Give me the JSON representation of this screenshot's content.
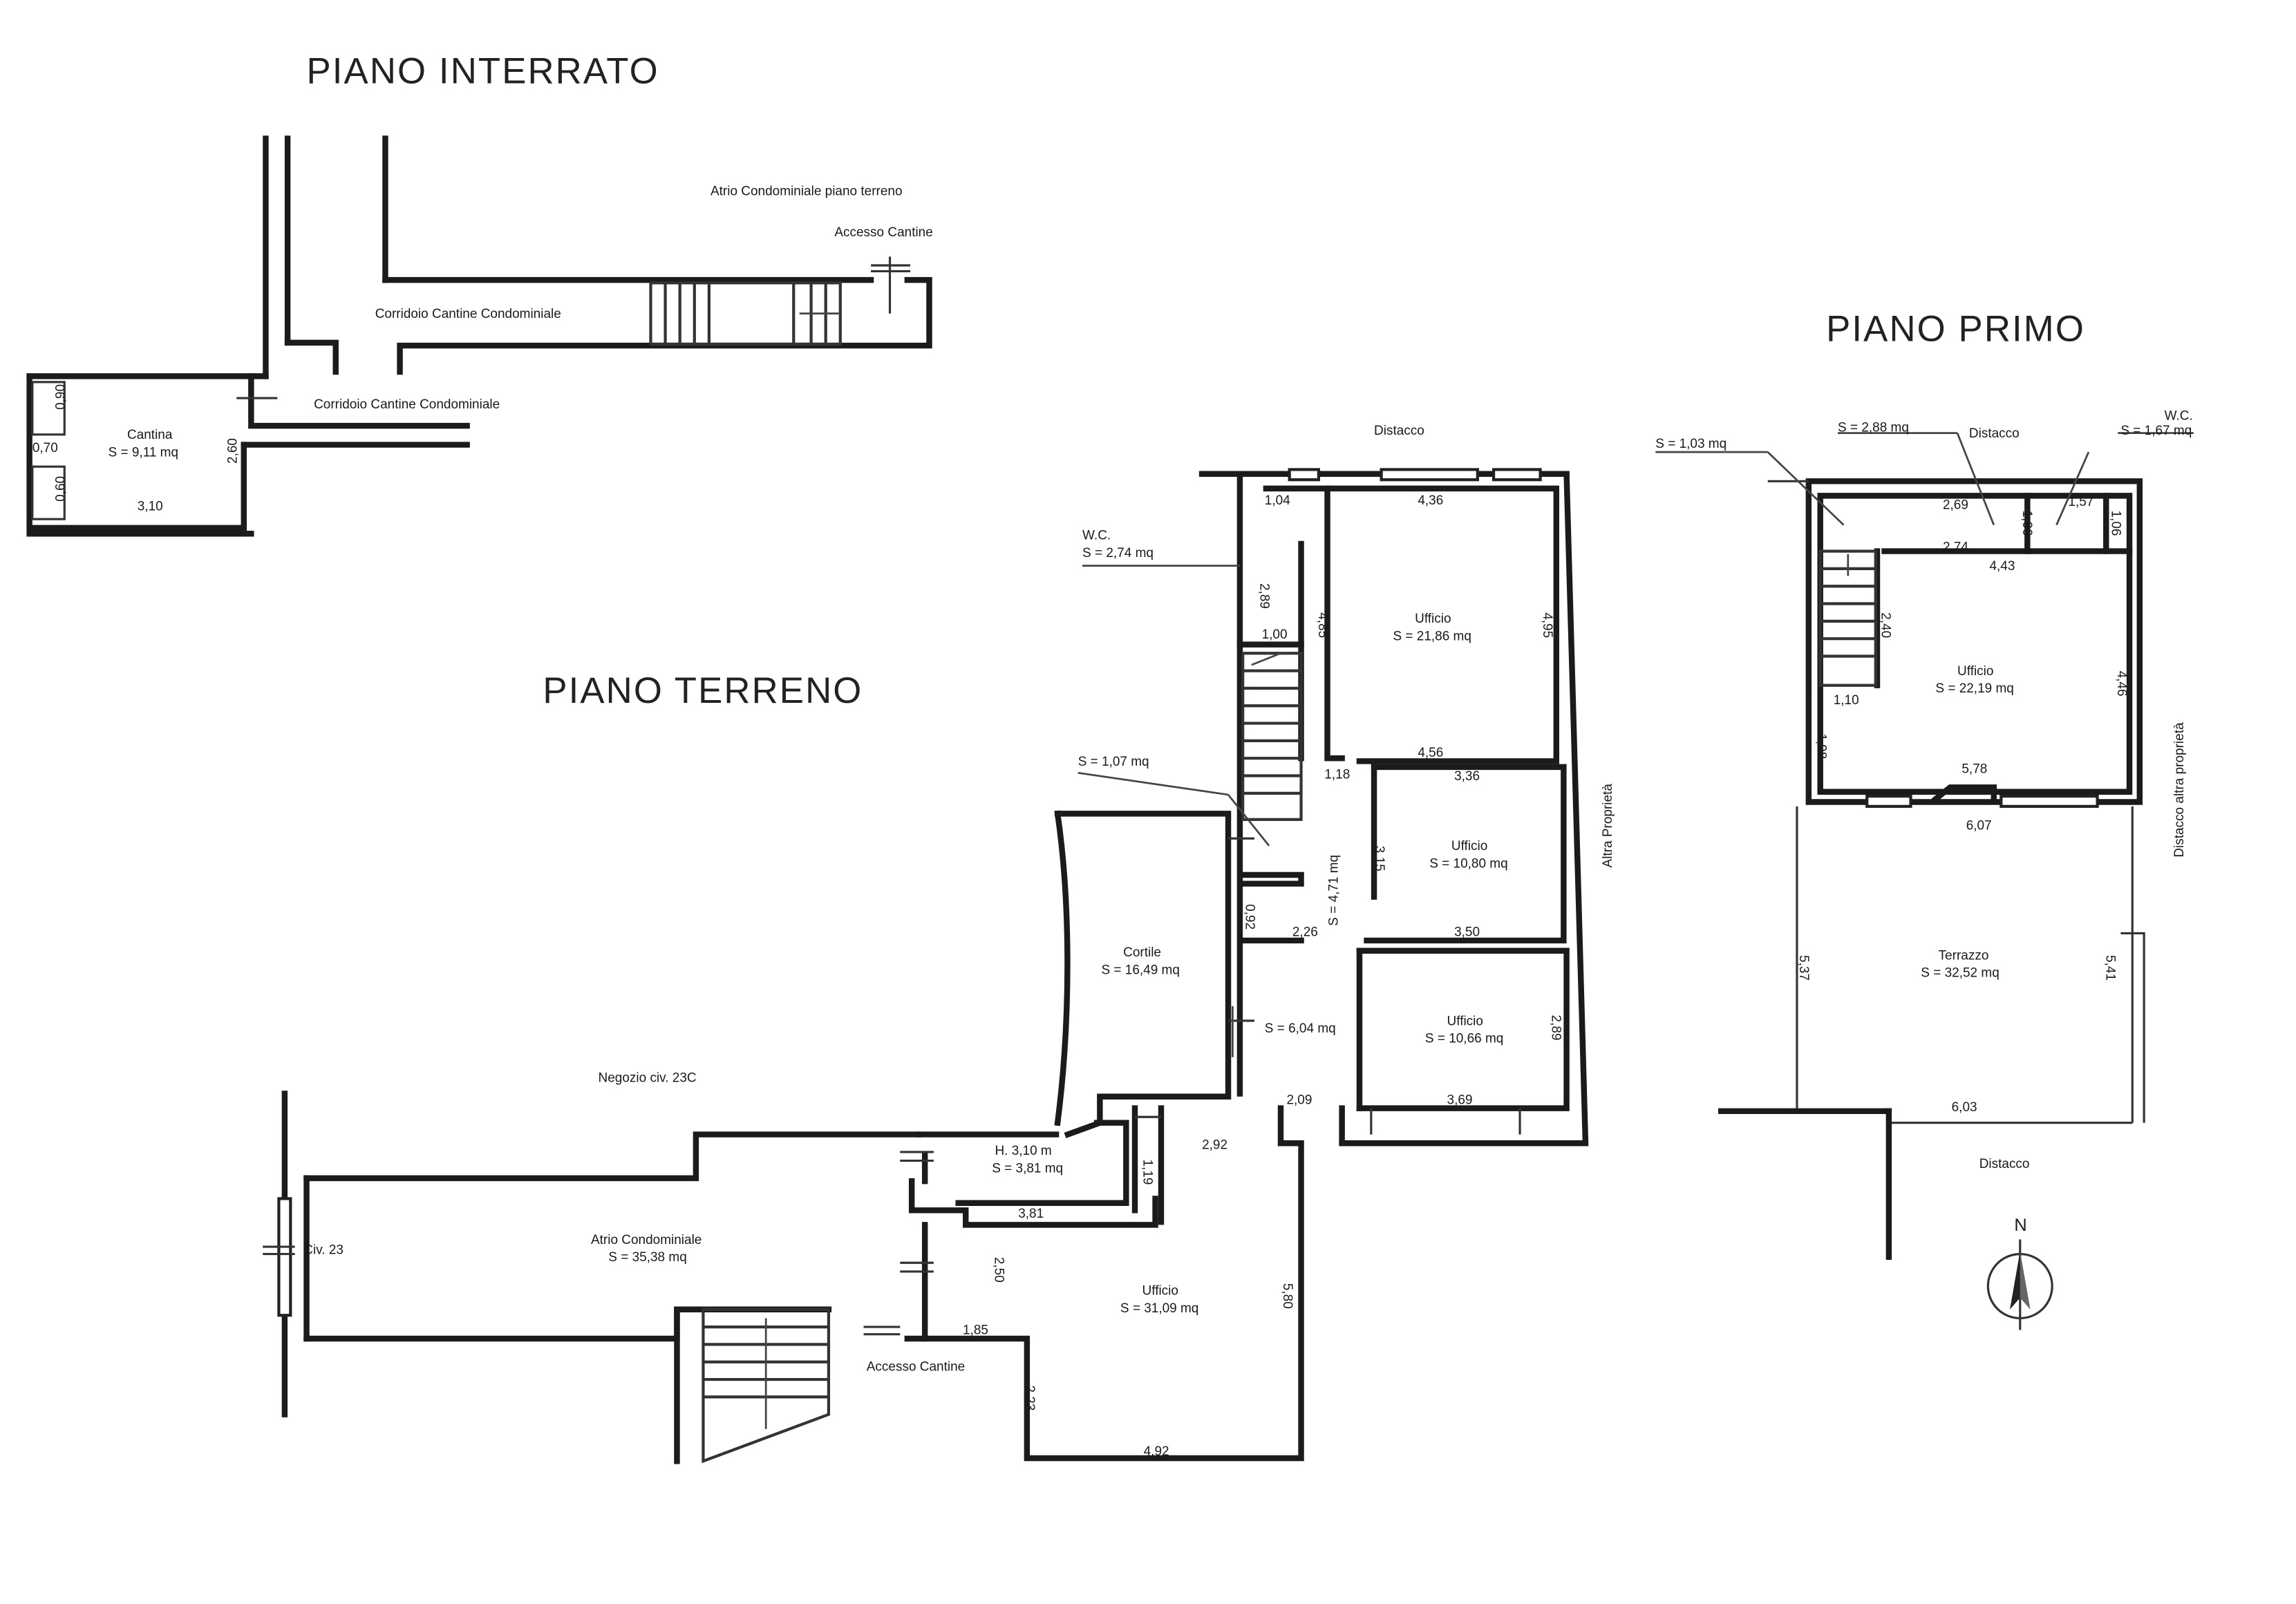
{
  "titles": {
    "interrato": "PIANO INTERRATO",
    "terreno": "PIANO TERRENO",
    "primo": "PIANO PRIMO"
  },
  "interrato": {
    "atrio_label": "Atrio Condominiale piano terreno",
    "accesso_label": "Accesso Cantine",
    "corridoio_top": "Corridoio Cantine Condominiale",
    "corridoio_mid": "Corridoio Cantine Condominiale",
    "cantina_name": "Cantina",
    "cantina_area": "S = 9,11 mq",
    "dims": [
      "0,90",
      "0,70",
      "0,60",
      "3,10",
      "2,60"
    ]
  },
  "terreno": {
    "distacco": "Distacco",
    "altra_proprieta": "Altra Proprietà",
    "negozio": "Negozio civ. 23C",
    "civ": "Civ. 23",
    "accesso": "Accesso Cantine",
    "wc_name": "W.C.",
    "wc_area": "S = 2,74 mq",
    "s107": "S = 1,07 mq",
    "s471": "S = 4,71 mq",
    "s604": "S = 6,04 mq",
    "ufficio1_name": "Ufficio",
    "ufficio1_area": "S = 21,86 mq",
    "ufficio2_name": "Ufficio",
    "ufficio2_area": "S = 10,80 mq",
    "ufficio3_name": "Ufficio",
    "ufficio3_area": "S = 10,66 mq",
    "ufficio4_name": "Ufficio",
    "ufficio4_area": "S = 31,09 mq",
    "cortile_name": "Cortile",
    "cortile_area": "S = 16,49 mq",
    "atrio_name": "Atrio Condominiale",
    "atrio_area": "S = 35,38 mq",
    "h_label": "H. 3,10 m",
    "h_area": "S = 3,81 mq",
    "dims": [
      "1,04",
      "4,36",
      "2,89",
      "1,00",
      "4,85",
      "4,95",
      "4,56",
      "1,18",
      "3,36",
      "3,15",
      "0,92",
      "2,26",
      "3,50",
      "2,89",
      "2,09",
      "3,69",
      "2,92",
      "1,19",
      "3,81",
      "2,50",
      "1,85",
      "2,23",
      "4,92",
      "5,80"
    ]
  },
  "primo": {
    "distacco_top": "Distacco",
    "distacco_bottom": "Distacco",
    "distacco_altra": "Distacco altra proprietà",
    "wc_name": "W.C.",
    "wc_area": "S = 1,67 mq",
    "s103": "S = 1,03 mq",
    "s288": "S = 2,88 mq",
    "ufficio_name": "Ufficio",
    "ufficio_area": "S = 22,19 mq",
    "terrazzo_name": "Terrazzo",
    "terrazzo_area": "S = 32,52 mq",
    "dims": [
      "2,69",
      "1,06",
      "1,57",
      "1,06",
      "2,74",
      "4,43",
      "2,40",
      "4,46",
      "1,10",
      "1,98",
      "5,78",
      "6,07",
      "5,37",
      "5,41",
      "6,03"
    ]
  },
  "compass": {
    "north": "N"
  }
}
